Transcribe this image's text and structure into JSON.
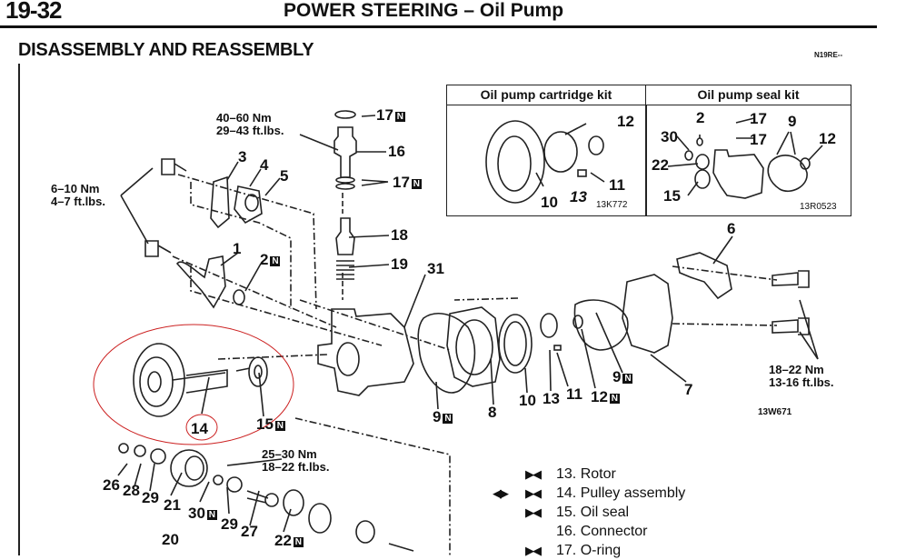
{
  "header": {
    "page_number": "19-32",
    "title": "POWER STEERING – Oil Pump"
  },
  "section": {
    "title": "DISASSEMBLY AND REASSEMBLY",
    "code": "N19RE--"
  },
  "kits": {
    "cartridge": {
      "title": "Oil pump cartridge kit",
      "parts": [
        "10",
        "13",
        "11",
        "12"
      ],
      "figure_code": "13K772"
    },
    "seal": {
      "title": "Oil pump seal kit",
      "parts": [
        "2",
        "30",
        "22",
        "15",
        "17",
        "17",
        "9",
        "12"
      ],
      "figure_code": "13R0523"
    }
  },
  "torques": {
    "connector": {
      "nm": "40–60 Nm",
      "ftlbs": "29–43 ft.lbs."
    },
    "bracket_bolts": {
      "nm": "6–10 Nm",
      "ftlbs": "4–7 ft.lbs."
    },
    "cover_bolts": {
      "nm": "18–22 Nm",
      "ftlbs": "13-16 ft.lbs."
    },
    "plug": {
      "nm": "25–30 Nm",
      "ftlbs": "18–22 ft.lbs."
    }
  },
  "callouts": {
    "p1": "1",
    "p2": "2",
    "p3": "3",
    "p4": "4",
    "p5": "5",
    "p6": "6",
    "p7": "7",
    "p8": "8",
    "p9a": "9",
    "p9b": "9",
    "p10": "10",
    "p11": "11",
    "p12": "12",
    "p13": "13",
    "p14": "14",
    "p15": "15",
    "p16": "16",
    "p17a": "17",
    "p17b": "17",
    "p18": "18",
    "p19": "19",
    "p20": "20",
    "p21": "21",
    "p22": "22",
    "p26": "26",
    "p27": "27",
    "p28": "28",
    "p29a": "29",
    "p29b": "29",
    "p30": "30",
    "p31": "31",
    "new_part_mark": "N"
  },
  "main_figure_code": "13W671",
  "highlight": {
    "part": "14",
    "color": "#cc2222"
  },
  "legend": {
    "items": [
      {
        "symbols": "▶◀",
        "text": "13. Rotor"
      },
      {
        "symbols": "▶◀",
        "prefix": "◀▶",
        "text": "14. Pulley assembly"
      },
      {
        "symbols": "▶◀",
        "text": "15. Oil seal"
      },
      {
        "symbols": "",
        "text": "16. Connector"
      },
      {
        "symbols": "▶◀",
        "text": "17. O-ring"
      }
    ]
  }
}
